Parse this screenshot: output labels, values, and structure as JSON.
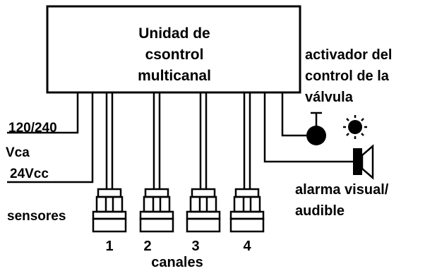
{
  "control_unit": {
    "line1": "Unidad de",
    "line2": "csontrol",
    "line3": "multicanal"
  },
  "power": {
    "ac_line1": "120/240",
    "ac_line2": "Vca",
    "dc": "24Vcc"
  },
  "sensors_label": "sensores",
  "channels": {
    "numbers": [
      "1",
      "2",
      "3",
      "4"
    ],
    "label": "canales"
  },
  "valve": {
    "line1": "activador del",
    "line2": "control de la",
    "line3": "válvula"
  },
  "alarm": {
    "line1": "alarma visual/",
    "line2": "audible"
  }
}
